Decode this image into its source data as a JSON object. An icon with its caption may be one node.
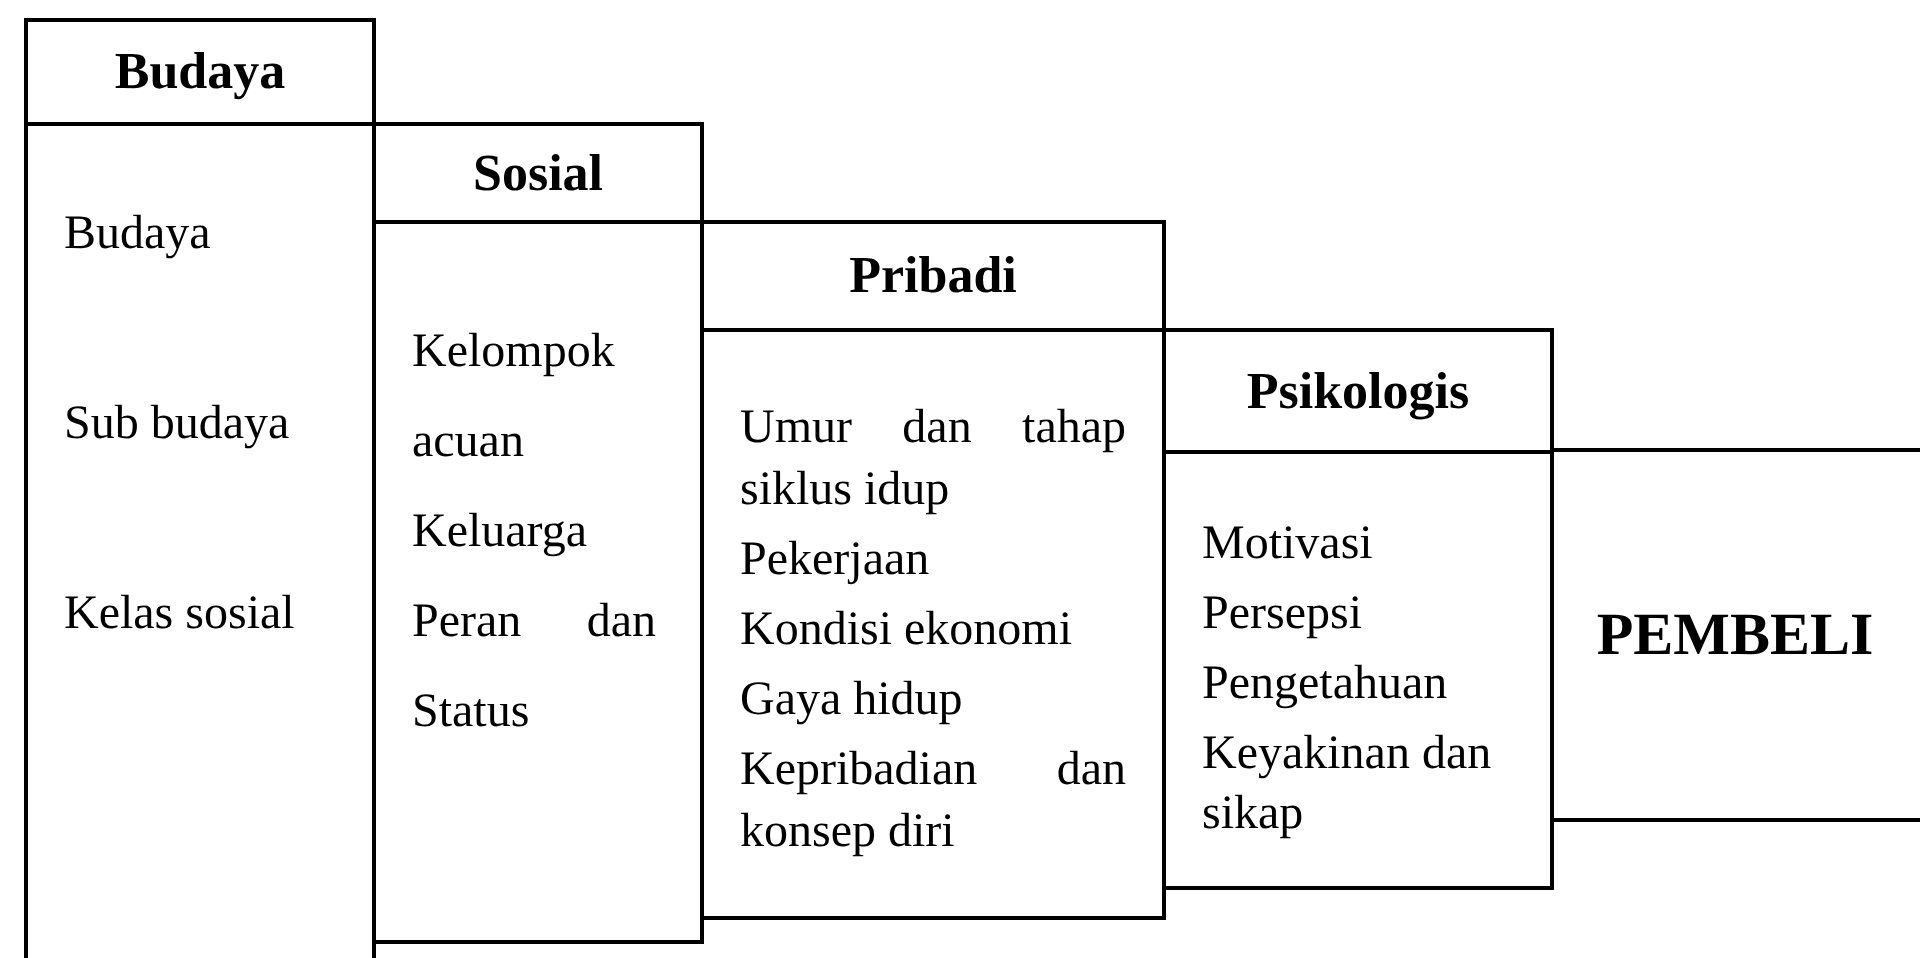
{
  "diagram": {
    "nodes": [
      {
        "text": [
          "Budaya",
          "Budaya",
          "Sub budaya",
          "Kelas sosial"
        ]
      },
      {
        "text": [
          "Sosial",
          "Kelompok acuan",
          "Keluarga",
          "Peran dan Status"
        ]
      },
      {
        "text": [
          "Pribadi",
          "Umur dan tahap siklus idup",
          "Pekerjaan",
          "Kondisi ekonomi",
          "Gaya hidup",
          "Kepribadian dan konsep diri"
        ]
      },
      {
        "text": [
          "Psikologis",
          "Motivasi",
          "Persepsi",
          "Pengetahuan",
          "Keyakinan dan sikap"
        ]
      },
      {
        "text": [
          "PEMBELI"
        ]
      }
    ]
  }
}
